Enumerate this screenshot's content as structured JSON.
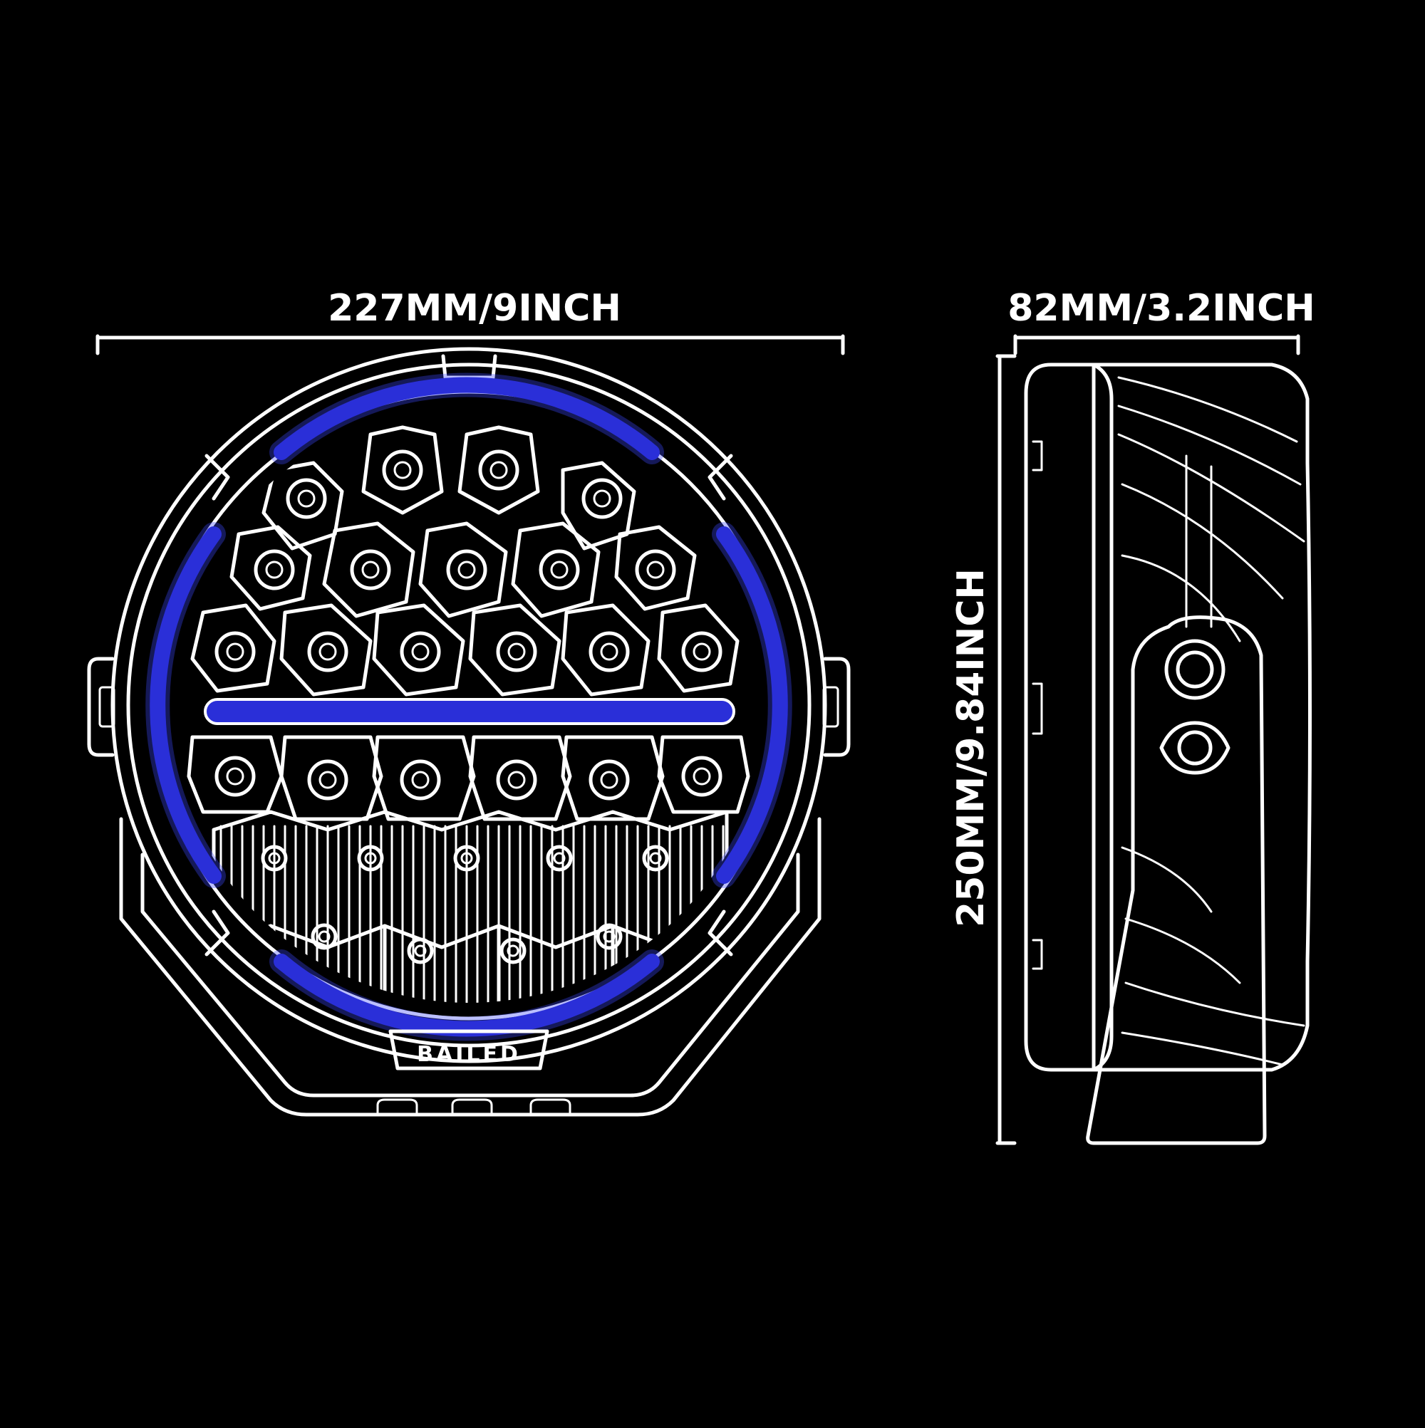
{
  "dimensions": {
    "width_label": "227MM/9INCH",
    "depth_label": "82MM/3.2INCH",
    "height_label": "250MM/9.84INCH"
  },
  "brand": "BAILED",
  "colors": {
    "background": "#000000",
    "line": "#ffffff",
    "accent_drl": "#2a2fd8"
  }
}
